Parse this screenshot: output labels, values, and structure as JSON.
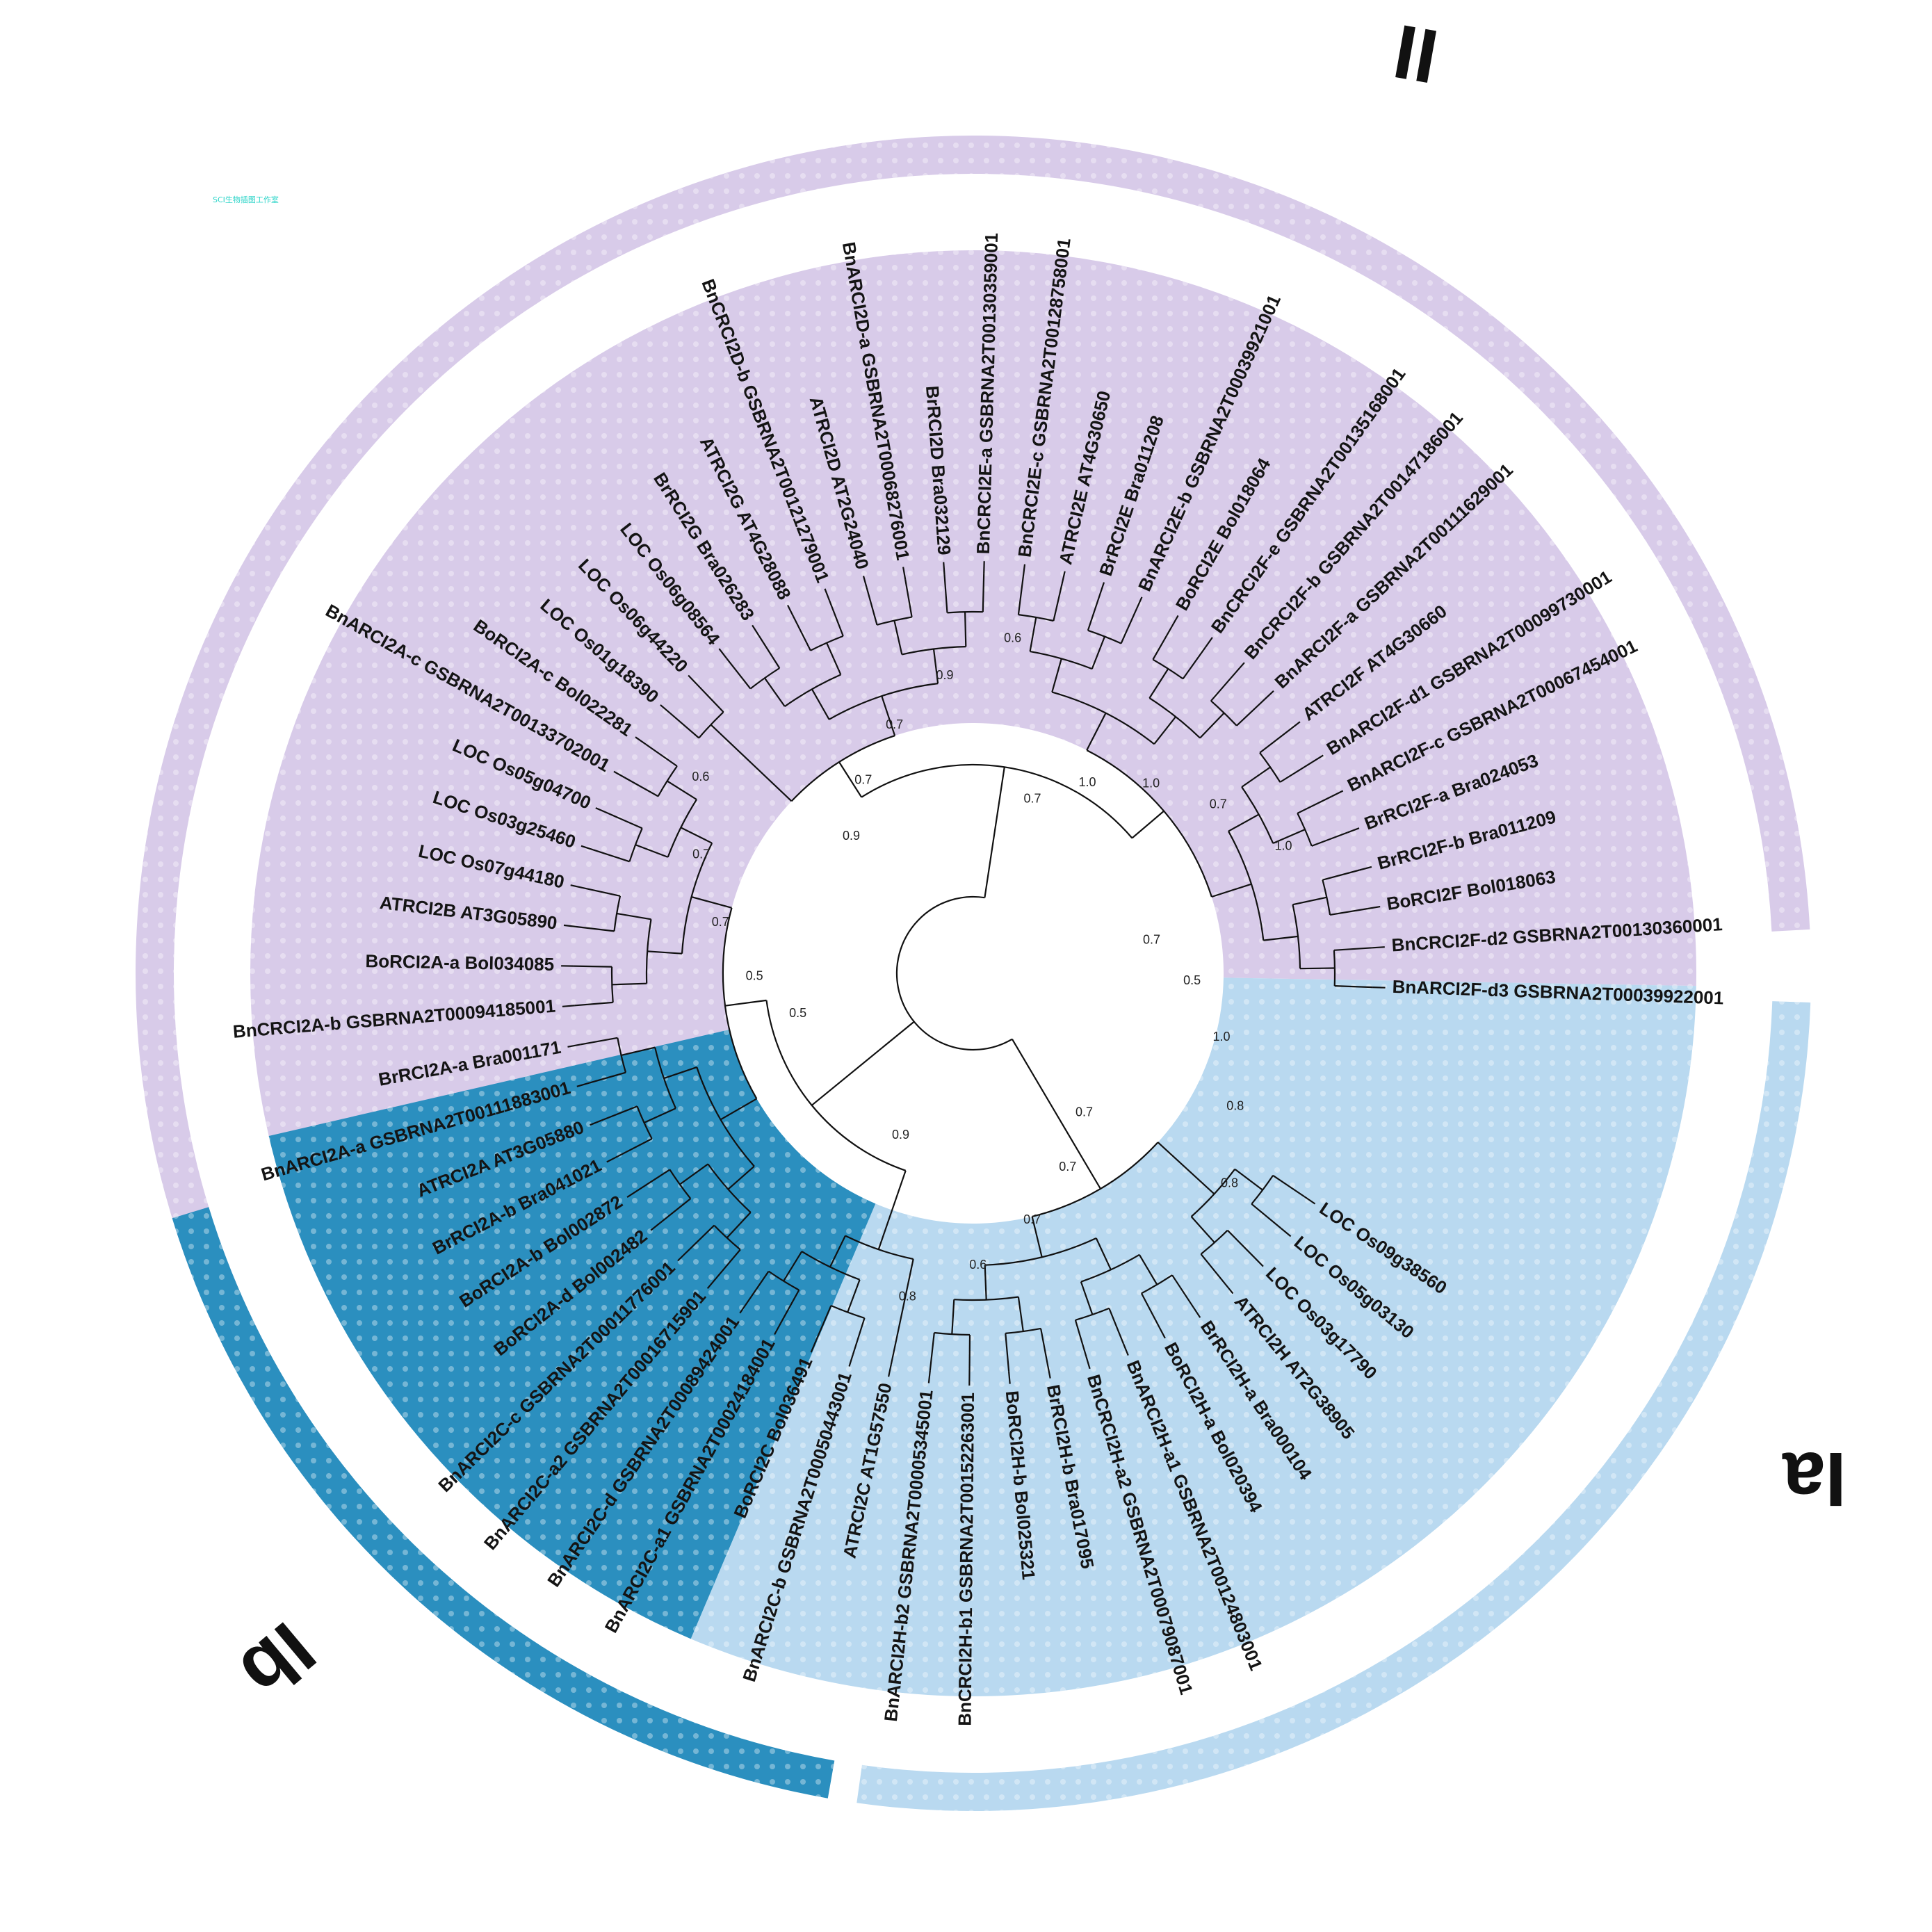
{
  "watermark": "SCI生物插图工作室",
  "colors": {
    "group_II": "#d8cbe9",
    "group_Ia": "#b9d9f0",
    "group_Ib": "#2b8fbf",
    "branch": "#111111",
    "background": "#ffffff"
  },
  "groups": [
    {
      "id": "II",
      "label": "II",
      "color": "#d8cbe9"
    },
    {
      "id": "Ia",
      "label": "Ia",
      "color": "#b9d9f0"
    },
    {
      "id": "Ib",
      "label": "Ib",
      "color": "#2b8fbf"
    }
  ],
  "leaves": [
    {
      "label": "BnARCI2F-d3 GSBRNA2T00039922001",
      "group": "II"
    },
    {
      "label": "BnCRCI2F-d2 GSBRNA2T00130360001",
      "group": "II"
    },
    {
      "label": "BoRCI2F Bol018063",
      "group": "II"
    },
    {
      "label": "BrRCI2F-b Bra011209",
      "group": "II"
    },
    {
      "label": "BrRCI2F-a Bra024053",
      "group": "II"
    },
    {
      "label": "BnARCI2F-c GSBRNA2T00067454001",
      "group": "II"
    },
    {
      "label": "BnARCI2F-d1 GSBRNA2T00099730001",
      "group": "II"
    },
    {
      "label": "ATRCI2F AT4G30660",
      "group": "II"
    },
    {
      "label": "BnARCI2F-a GSBRNA2T00111629001",
      "group": "II"
    },
    {
      "label": "BnCRCI2F-b GSBRNA2T00147186001",
      "group": "II"
    },
    {
      "label": "BnCRCI2F-e GSBRNA2T00135168001",
      "group": "II"
    },
    {
      "label": "BoRCI2E Bol018064",
      "group": "II"
    },
    {
      "label": "BnARCI2E-b GSBRNA2T00039921001",
      "group": "II"
    },
    {
      "label": "BrRCI2E Bra011208",
      "group": "II"
    },
    {
      "label": "ATRCI2E AT4G30650",
      "group": "II"
    },
    {
      "label": "BnCRCI2E-c GSBRNA2T00128758001",
      "group": "II"
    },
    {
      "label": "BnCRCI2E-a GSBRNA2T00130359001",
      "group": "II"
    },
    {
      "label": "BrRCI2D Bra032129",
      "group": "II"
    },
    {
      "label": "BnARCI2D-a GSBRNA2T00068276001",
      "group": "II"
    },
    {
      "label": "ATRCI2D AT2G24040",
      "group": "II"
    },
    {
      "label": "BnCRCI2D-b GSBRNA2T00121279001",
      "group": "II"
    },
    {
      "label": "ATRCI2G AT4G28088",
      "group": "II"
    },
    {
      "label": "BrRCI2G Bra026283",
      "group": "II"
    },
    {
      "label": "LOC Os06g08564",
      "group": "II"
    },
    {
      "label": "LOC Os06g44220",
      "group": "II"
    },
    {
      "label": "LOC Os01g18390",
      "group": "II"
    },
    {
      "label": "BoRCI2A-c Bol022281",
      "group": "Ib"
    },
    {
      "label": "BnARCI2A-c GSBRNA2T00133702001",
      "group": "Ib"
    },
    {
      "label": "LOC Os05g04700",
      "group": "Ib"
    },
    {
      "label": "LOC Os03g25460",
      "group": "Ib"
    },
    {
      "label": "LOC Os07g44180",
      "group": "Ib"
    },
    {
      "label": "ATRCI2B AT3G05890",
      "group": "Ib"
    },
    {
      "label": "BoRCI2A-a Bol034085",
      "group": "Ib"
    },
    {
      "label": "BnCRCI2A-b GSBRNA2T00094185001",
      "group": "Ib"
    },
    {
      "label": "BrRCI2A-a Bra001171",
      "group": "Ib"
    },
    {
      "label": "BnARCI2A-a GSBRNA2T00111883001",
      "group": "Ib"
    },
    {
      "label": "ATRCI2A AT3G05880",
      "group": "Ib"
    },
    {
      "label": "BrRCI2A-b Bra041021",
      "group": "Ib"
    },
    {
      "label": "BoRCI2A-b Bol002872",
      "group": "Ib"
    },
    {
      "label": "BoRCI2A-d Bol002482",
      "group": "Ib"
    },
    {
      "label": "BnARCI2C-c GSBRNA2T00011776001",
      "group": "Ib"
    },
    {
      "label": "BnARCI2C-a2 GSBRNA2T00016715901",
      "group": "Ib"
    },
    {
      "label": "BnARCI2C-d GSBRNA2T00089424001",
      "group": "Ib"
    },
    {
      "label": "BnARCI2C-a1 GSBRNA2T00024184001",
      "group": "Ib"
    },
    {
      "label": "BoRCI2C Bol036491",
      "group": "Ib"
    },
    {
      "label": "BnARCI2C-b GSBRNA2T00050443001",
      "group": "Ib"
    },
    {
      "label": "ATRCI2C AT1G57550",
      "group": "Ib"
    },
    {
      "label": "BnARCI2H-b2 GSBRNA2T00005345001",
      "group": "Ia"
    },
    {
      "label": "BnCRCI2H-b1 GSBRNA2T00152263001",
      "group": "Ia"
    },
    {
      "label": "BoRCI2H-b Bol025321",
      "group": "Ia"
    },
    {
      "label": "BrRCI2H-b Bra017095",
      "group": "Ia"
    },
    {
      "label": "BnCRCI2H-a2 GSBRNA2T00079087001",
      "group": "Ia"
    },
    {
      "label": "BnARCI2H-a1 GSBRNA2T00124803001",
      "group": "Ia"
    },
    {
      "label": "BoRCI2H-a Bol020394",
      "group": "Ia"
    },
    {
      "label": "BrRCI2H-a Bra000104",
      "group": "Ia"
    },
    {
      "label": "ATRCI2H AT2G38905",
      "group": "Ia"
    },
    {
      "label": "LOC Os03g17790",
      "group": "Ia"
    },
    {
      "label": "LOC Os05g03130",
      "group": "Ia"
    },
    {
      "label": "LOC Os09g38560",
      "group": "Ia"
    }
  ],
  "support_values": [
    "0.5",
    "0.5",
    "0.7",
    "0.7",
    "0.6",
    "0.9",
    "0.7",
    "0.7",
    "0.9",
    "0.6",
    "0.7",
    "1.0",
    "1.0",
    "0.7",
    "1.0",
    "0.7",
    "0.5",
    "1.0",
    "0.8",
    "0.8",
    "0.7",
    "0.7",
    "0.7",
    "0.6",
    "0.8",
    "0.9"
  ]
}
